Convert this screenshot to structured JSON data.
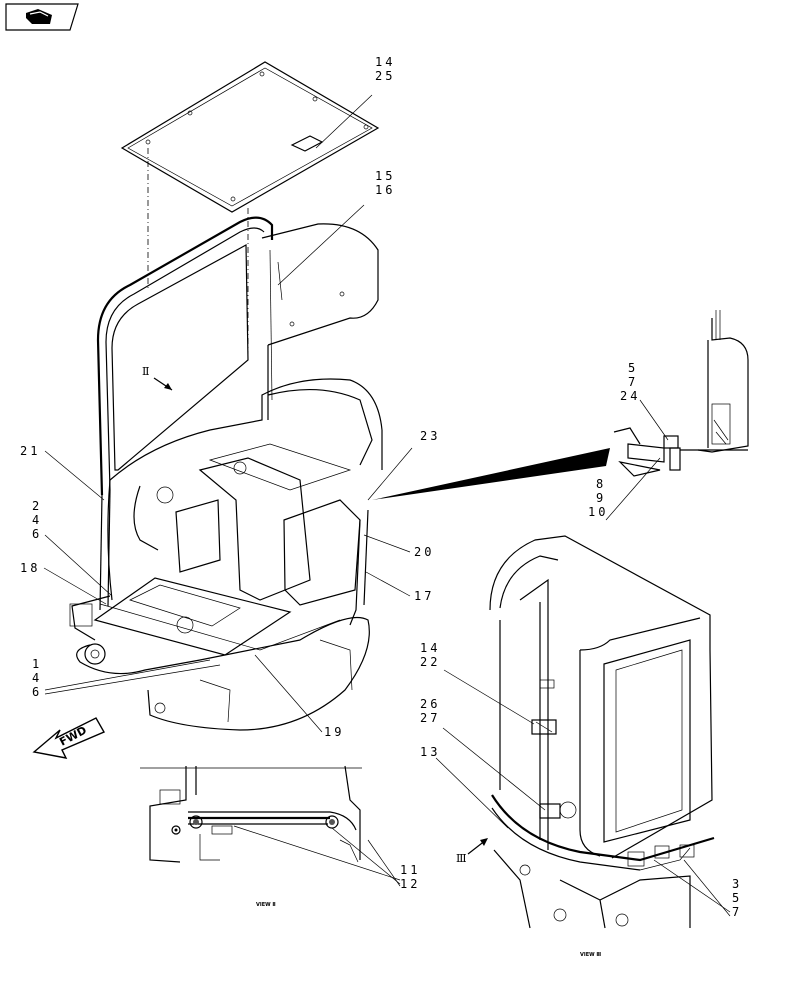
{
  "nav_icon": "return-arrow-icon",
  "callouts": {
    "c14_25": [
      "14",
      "25"
    ],
    "c15_16": [
      "15",
      "16"
    ],
    "c23": [
      "23"
    ],
    "c21": [
      "21"
    ],
    "c2_4_6": [
      "2",
      "4",
      "6"
    ],
    "c18": [
      "18"
    ],
    "c20": [
      "20"
    ],
    "c17": [
      "17"
    ],
    "c1_4_6": [
      "1",
      "4",
      "6"
    ],
    "c19": [
      "19"
    ],
    "c5_7_24": [
      "5",
      "7",
      "24"
    ],
    "c8_9_10": [
      "8",
      "9",
      "10"
    ],
    "c14_22": [
      "14",
      "22"
    ],
    "c26_27": [
      "26",
      "27"
    ],
    "c13": [
      "13"
    ],
    "c11_12": [
      "11",
      "12"
    ],
    "c3_5_7": [
      "3",
      "5",
      "7"
    ]
  },
  "view_markers": {
    "roman_upper": "Ⅱ",
    "roman_lower": "Ⅲ"
  },
  "view_captions": {
    "left": "VIEW Ⅱ",
    "right": "VIEW Ⅲ"
  },
  "fwd_label": "FWD"
}
